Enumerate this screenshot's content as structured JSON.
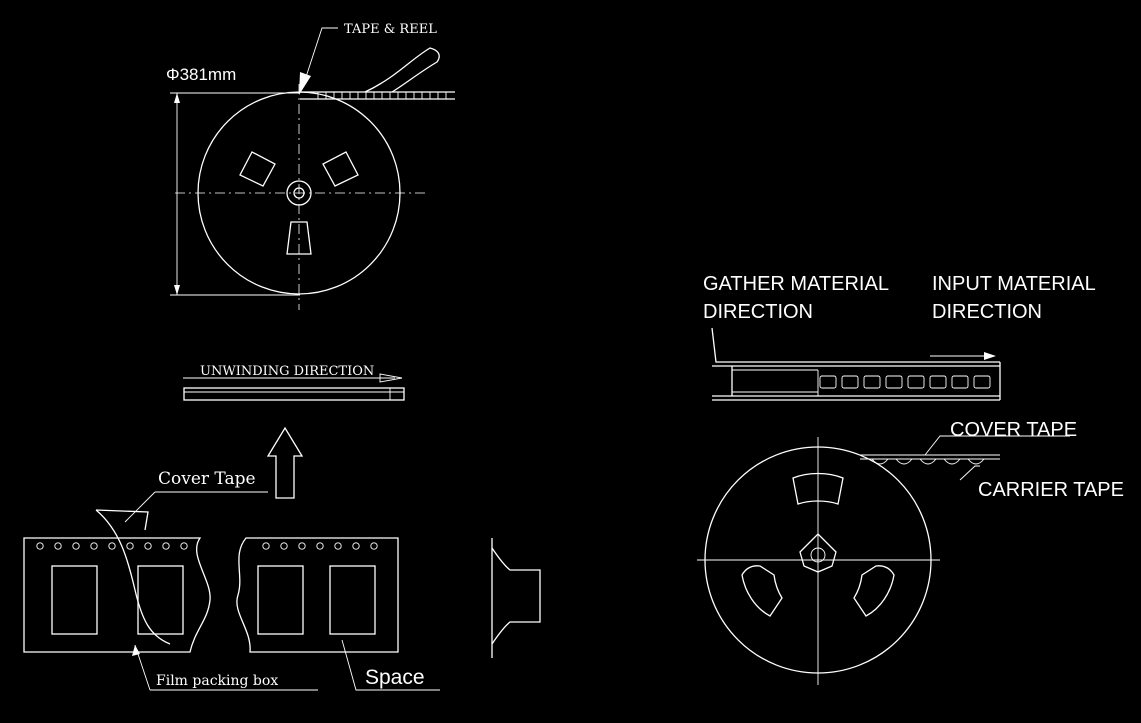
{
  "labels": {
    "tape_reel": "TAPE & REEL",
    "diameter": "Φ381mm",
    "unwinding": "UNWINDING DIRECTION",
    "cover_tape_left": "Cover Tape",
    "film_packing_box": "Film packing box",
    "space": "Space",
    "gather_line1": "GATHER MATERIAL",
    "gather_line2": "DIRECTION",
    "input_line1": "INPUT MATERIAL",
    "input_line2": "DIRECTION",
    "cover_tape_right": "COVER TAPE",
    "carrier_tape_right": "CARRIER TAPE"
  },
  "colors": {
    "background": "#000000",
    "line": "#ffffff"
  }
}
